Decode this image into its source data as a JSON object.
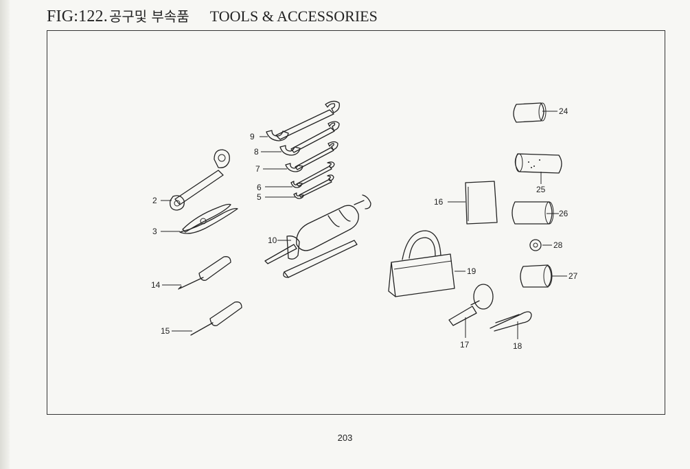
{
  "header": {
    "fig_label": "FIG:122.",
    "title_ko": "공구및 부속품",
    "title_en": "TOOLS & ACCESSORIES"
  },
  "callouts": {
    "c2": "2",
    "c3": "3",
    "c5": "5",
    "c6": "6",
    "c7": "7",
    "c8": "8",
    "c9": "9",
    "c10": "10",
    "c14": "14",
    "c15": "15",
    "c16": "16",
    "c17": "17",
    "c18": "18",
    "c19": "19",
    "c24": "24",
    "c25": "25",
    "c26": "26",
    "c27": "27",
    "c28": "28"
  },
  "page_number": "203"
}
